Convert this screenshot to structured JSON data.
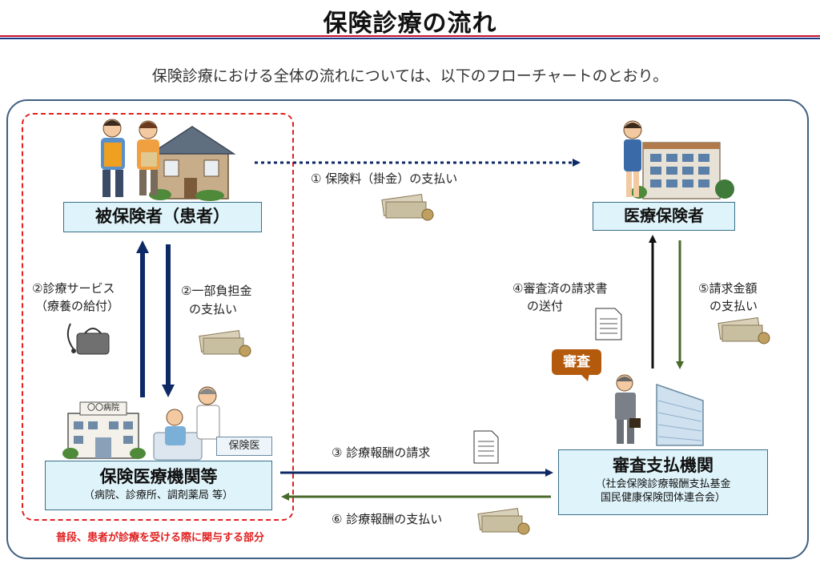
{
  "title": "保険診療の流れ",
  "subtitle": "保険診療における全体の流れについては、以下のフローチャートのとおり。",
  "nodes": {
    "insured": {
      "name": "被保険者（患者）"
    },
    "insurer": {
      "name": "医療保険者"
    },
    "provider": {
      "name": "保険医療機関等",
      "sub": "（病院、診療所、調剤薬局 等）"
    },
    "examiner": {
      "name": "審査支払機関",
      "sub1": "（社会保険診療報酬支払基金",
      "sub2": "国民健康保険団体連合会）"
    }
  },
  "flows": {
    "f1": "① 保険料（掛金）の支払い",
    "f2a_1": "②診療サービス",
    "f2a_2": "（療養の給付）",
    "f2b_1": "②一部負担金",
    "f2b_2": "の支払い",
    "f3": "③ 診療報酬の請求",
    "f4_1": "④審査済の請求書",
    "f4_2": "の送付",
    "f5_1": "⑤請求金額",
    "f5_2": "の支払い",
    "f6": "⑥ 診療報酬の支払い"
  },
  "tags": {
    "shinsa": "審査",
    "doctor": "保険医",
    "hospital_sign": "〇〇病院"
  },
  "note": "普段、患者が診療を受ける際に関与する部分",
  "colors": {
    "navy_arrow": "#0e2a66",
    "green_arrow": "#4a6a2c",
    "black_arrow": "#111111",
    "entity_fill": "#dff4fa",
    "frame": "#3f5f7f",
    "dashed": "#e02020",
    "rule_red": "#c8102e",
    "rule_blue": "#1a3a8a"
  }
}
